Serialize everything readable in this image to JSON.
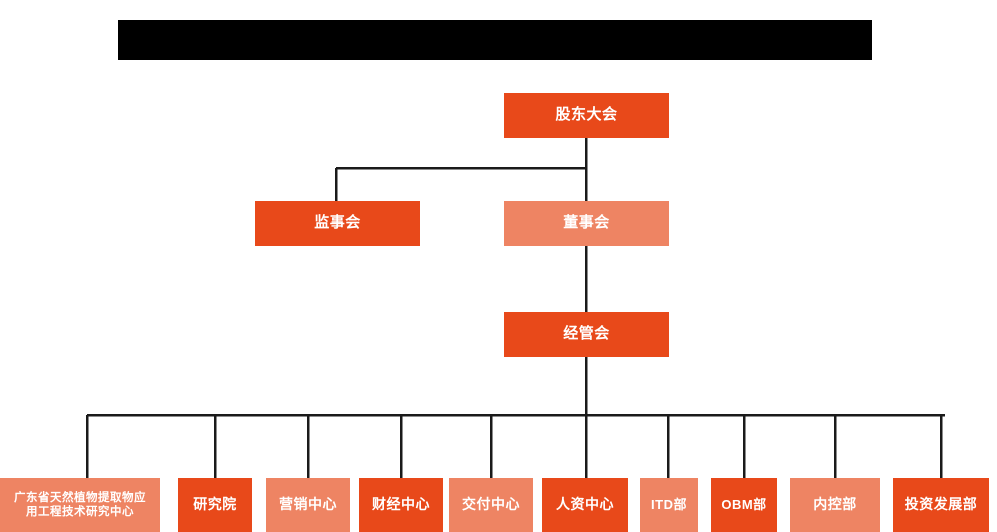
{
  "title_banner": {
    "name": "redacted-title-bar",
    "color": "#000000",
    "text": ""
  },
  "colors": {
    "dark_orange": "#e8491a",
    "light_orange": "#ee8463",
    "connector": "#1a1a1a",
    "background": "#ffffff",
    "node_text": "#ffffff"
  },
  "chart_data": {
    "type": "org-chart",
    "title": "",
    "levels": [
      {
        "level": 1,
        "nodes": [
          {
            "id": "shareholders",
            "label": "股东大会",
            "tone": "dark"
          }
        ]
      },
      {
        "level": 2,
        "nodes": [
          {
            "id": "supervisors",
            "label": "监事会",
            "tone": "dark"
          },
          {
            "id": "directors",
            "label": "董事会",
            "tone": "light"
          }
        ]
      },
      {
        "level": 3,
        "nodes": [
          {
            "id": "management",
            "label": "经管会",
            "tone": "dark"
          }
        ]
      },
      {
        "level": 4,
        "nodes": [
          {
            "id": "research-center",
            "label": "广东省天然植物提取物应用工程技术研究中心",
            "tone": "light"
          },
          {
            "id": "institute",
            "label": "研究院",
            "tone": "dark"
          },
          {
            "id": "marketing",
            "label": "营销中心",
            "tone": "light"
          },
          {
            "id": "finance",
            "label": "财经中心",
            "tone": "dark"
          },
          {
            "id": "delivery",
            "label": "交付中心",
            "tone": "light"
          },
          {
            "id": "hr",
            "label": "人资中心",
            "tone": "dark"
          },
          {
            "id": "itd",
            "label": "ITD部",
            "tone": "light"
          },
          {
            "id": "obm",
            "label": "OBM部",
            "tone": "dark"
          },
          {
            "id": "internal-control",
            "label": "内控部",
            "tone": "light"
          },
          {
            "id": "investment",
            "label": "投资发展部",
            "tone": "dark"
          }
        ]
      }
    ],
    "edges": [
      {
        "from": "shareholders",
        "to": "supervisors"
      },
      {
        "from": "shareholders",
        "to": "directors"
      },
      {
        "from": "directors",
        "to": "management"
      },
      {
        "from": "management",
        "to": "research-center"
      },
      {
        "from": "management",
        "to": "institute"
      },
      {
        "from": "management",
        "to": "marketing"
      },
      {
        "from": "management",
        "to": "finance"
      },
      {
        "from": "management",
        "to": "delivery"
      },
      {
        "from": "management",
        "to": "hr"
      },
      {
        "from": "management",
        "to": "itd"
      },
      {
        "from": "management",
        "to": "obm"
      },
      {
        "from": "management",
        "to": "internal-control"
      },
      {
        "from": "management",
        "to": "investment"
      }
    ]
  },
  "nodes": {
    "shareholders": {
      "label": "股东大会"
    },
    "supervisors": {
      "label": "监事会"
    },
    "directors": {
      "label": "董事会"
    },
    "management": {
      "label": "经管会"
    },
    "research_line1": {
      "label": "广东省天然植物提取物应"
    },
    "research_line2": {
      "label": "用工程技术研究中心"
    },
    "institute": {
      "label": "研究院"
    },
    "marketing": {
      "label": "营销中心"
    },
    "finance": {
      "label": "财经中心"
    },
    "delivery": {
      "label": "交付中心"
    },
    "hr": {
      "label": "人资中心"
    },
    "itd": {
      "label": "ITD部"
    },
    "obm": {
      "label": "OBM部"
    },
    "internal_control": {
      "label": "内控部"
    },
    "investment": {
      "label": "投资发展部"
    }
  }
}
